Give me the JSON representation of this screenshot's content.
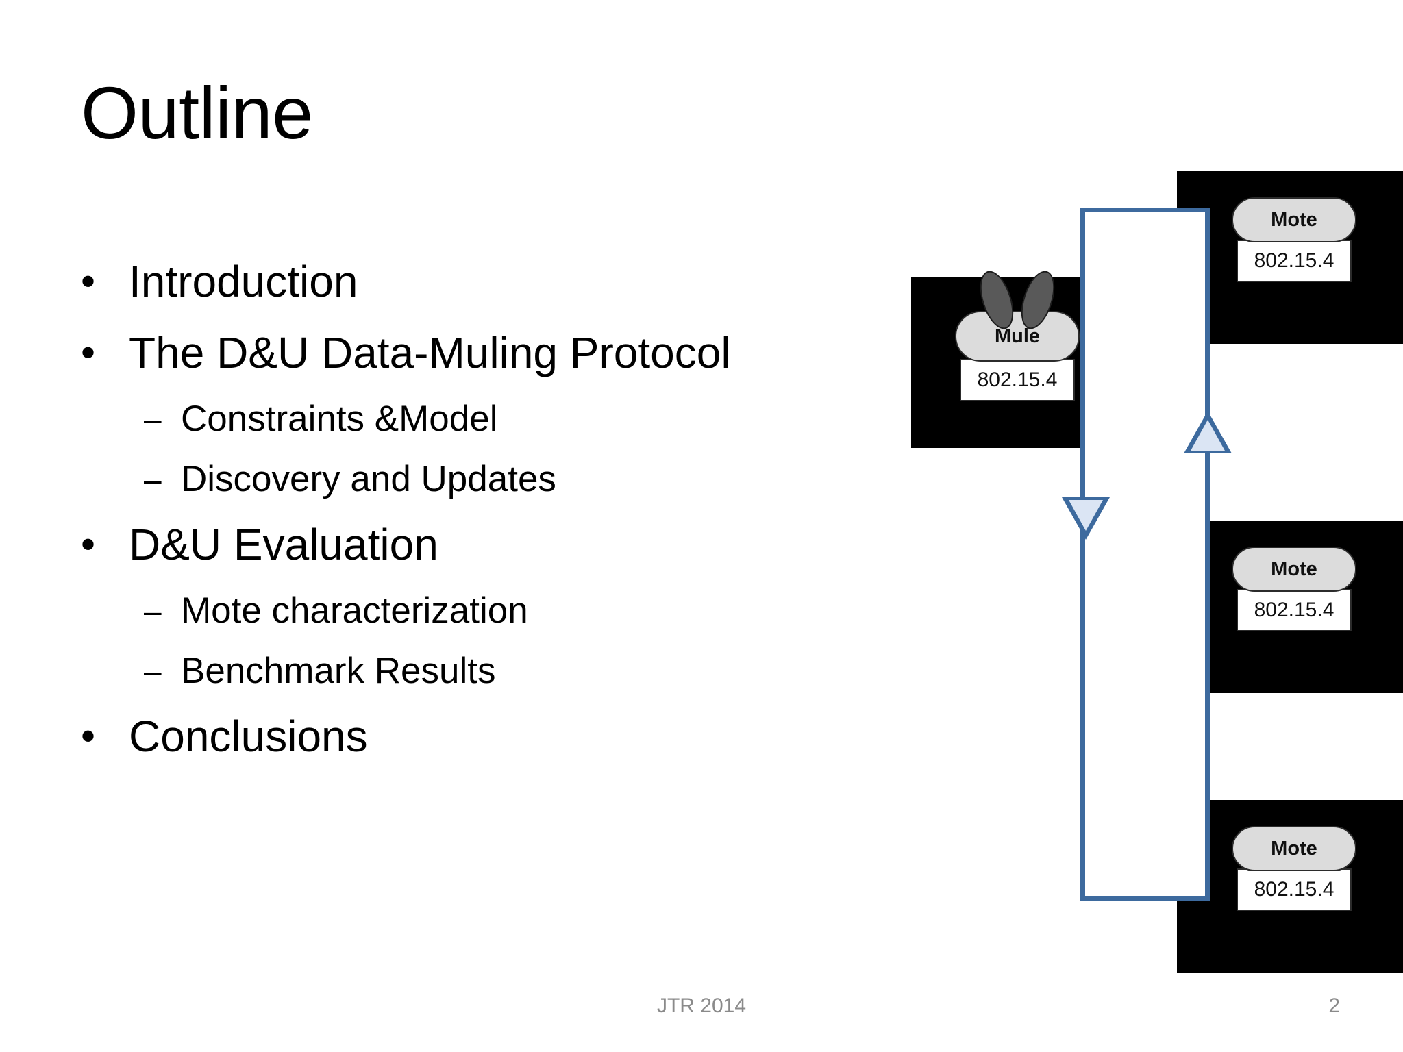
{
  "slide": {
    "title": "Outline",
    "outline": [
      {
        "level": 1,
        "marker": "•",
        "text": "Introduction"
      },
      {
        "level": 1,
        "marker": "•",
        "text": "The D&U Data-Muling Protocol"
      },
      {
        "level": 2,
        "marker": "–",
        "text": "Constraints &Model"
      },
      {
        "level": 2,
        "marker": "–",
        "text": "Discovery and Updates"
      },
      {
        "level": 1,
        "marker": "•",
        "text": "D&U Evaluation"
      },
      {
        "level": 2,
        "marker": "–",
        "text": "Mote characterization"
      },
      {
        "level": 2,
        "marker": "–",
        "text": "Benchmark Results"
      },
      {
        "level": 1,
        "marker": "•",
        "text": "Conclusions"
      }
    ],
    "footer": {
      "center": "JTR 2014",
      "page_number": "2"
    }
  },
  "graphic": {
    "nodes": [
      {
        "id": "mule",
        "label": "Mule",
        "radio": "802.15.4",
        "has_ears": true
      },
      {
        "id": "mote-1",
        "label": "Mote",
        "radio": "802.15.4",
        "has_ears": false
      },
      {
        "id": "mote-2",
        "label": "Mote",
        "radio": "802.15.4",
        "has_ears": false
      },
      {
        "id": "mote-3",
        "label": "Mote",
        "radio": "802.15.4",
        "has_ears": false
      }
    ],
    "arrows": [
      {
        "id": "arrow-down",
        "direction": "down"
      },
      {
        "id": "arrow-up",
        "direction": "up"
      }
    ],
    "colors": {
      "photo_background": "#000000",
      "node_fill": "#dcdcdc",
      "node_stroke": "#2b2b2b",
      "radio_fill": "#ffffff",
      "ear_fill": "#595959",
      "link_stroke": "#3d6a9e",
      "arrow_fill": "#dbe5f4",
      "footer_text": "#8a8a8a"
    }
  }
}
